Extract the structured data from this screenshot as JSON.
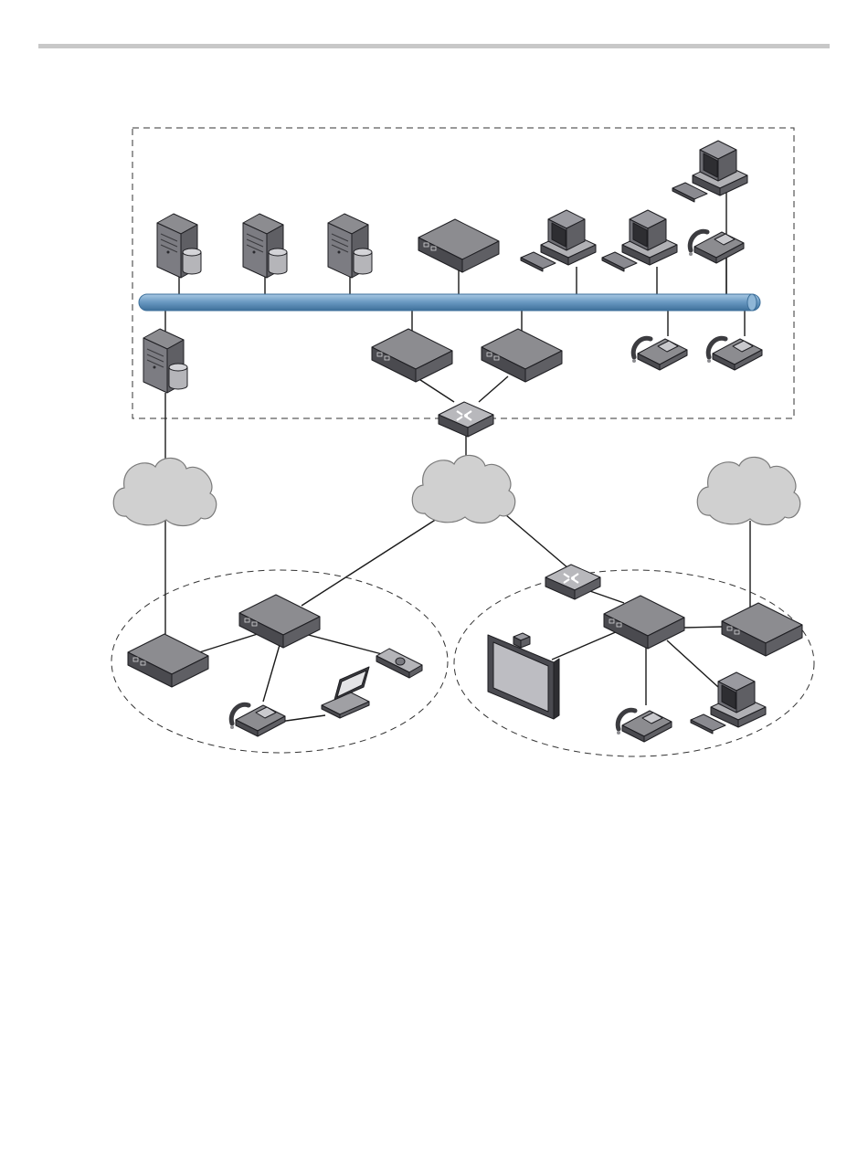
{
  "header": {
    "rule_color": "#c8c8c8"
  },
  "diagram": {
    "type": "network-topology",
    "text_labels": [],
    "colors": {
      "device_top": "#8c8c90",
      "device_side": "#5f5f64",
      "device_front": "#4a4a4f",
      "device_outline": "#1e1e22",
      "cloud_fill": "#d0d0d0",
      "cloud_stroke": "#7a7a7a",
      "lan_bus_fill": "#6d9cc4",
      "lan_bus_edge": "#3d6f9a",
      "link": "#1a1a1a",
      "boundary": "#333333"
    },
    "regions": [
      {
        "name": "main-site-boundary",
        "shape": "dashed-rectangle"
      },
      {
        "name": "remote-site-left",
        "shape": "dashed-ellipse"
      },
      {
        "name": "remote-site-right",
        "shape": "dashed-ellipse"
      }
    ],
    "networks": [
      {
        "name": "lan-backbone",
        "kind": "bus"
      },
      {
        "name": "cloud-left",
        "kind": "cloud"
      },
      {
        "name": "cloud-center",
        "kind": "cloud"
      },
      {
        "name": "cloud-right",
        "kind": "cloud"
      }
    ],
    "devices": [
      {
        "name": "server-1",
        "icon": "server-icon"
      },
      {
        "name": "server-2",
        "icon": "server-icon"
      },
      {
        "name": "server-3",
        "icon": "server-icon"
      },
      {
        "name": "server-4",
        "icon": "server-icon"
      },
      {
        "name": "gateway-top",
        "icon": "network-device-icon"
      },
      {
        "name": "gateway-mid-1",
        "icon": "network-device-icon"
      },
      {
        "name": "gateway-mid-2",
        "icon": "network-device-icon"
      },
      {
        "name": "router-main",
        "icon": "router-icon"
      },
      {
        "name": "workstation-1",
        "icon": "desktop-computer-icon"
      },
      {
        "name": "workstation-2",
        "icon": "desktop-computer-icon"
      },
      {
        "name": "workstation-3",
        "icon": "desktop-computer-icon"
      },
      {
        "name": "ip-phone-1",
        "icon": "ip-phone-icon"
      },
      {
        "name": "ip-phone-2",
        "icon": "ip-phone-icon"
      },
      {
        "name": "ip-phone-3",
        "icon": "ip-phone-icon"
      },
      {
        "name": "left-site-device-1",
        "icon": "network-device-icon"
      },
      {
        "name": "left-site-device-2",
        "icon": "network-device-icon"
      },
      {
        "name": "left-site-camera",
        "icon": "camera-icon"
      },
      {
        "name": "left-site-phone",
        "icon": "ip-phone-icon"
      },
      {
        "name": "left-site-laptop",
        "icon": "laptop-icon"
      },
      {
        "name": "right-site-router",
        "icon": "router-icon"
      },
      {
        "name": "right-site-device-1",
        "icon": "network-device-icon"
      },
      {
        "name": "right-site-device-2",
        "icon": "network-device-icon"
      },
      {
        "name": "right-site-display",
        "icon": "video-display-icon"
      },
      {
        "name": "right-site-phone",
        "icon": "ip-phone-icon"
      },
      {
        "name": "right-site-workstation",
        "icon": "desktop-computer-icon"
      }
    ],
    "links": [
      [
        "server-1",
        "lan-backbone"
      ],
      [
        "server-2",
        "lan-backbone"
      ],
      [
        "server-3",
        "lan-backbone"
      ],
      [
        "gateway-top",
        "lan-backbone"
      ],
      [
        "workstation-1",
        "lan-backbone"
      ],
      [
        "workstation-2",
        "lan-backbone"
      ],
      [
        "workstation-3",
        "lan-backbone"
      ],
      [
        "ip-phone-1",
        "lan-backbone"
      ],
      [
        "server-4",
        "lan-backbone"
      ],
      [
        "gateway-mid-1",
        "lan-backbone"
      ],
      [
        "gateway-mid-2",
        "lan-backbone"
      ],
      [
        "ip-phone-2",
        "lan-backbone"
      ],
      [
        "ip-phone-3",
        "lan-backbone"
      ],
      [
        "gateway-mid-1",
        "router-main"
      ],
      [
        "gateway-mid-2",
        "router-main"
      ],
      [
        "router-main",
        "cloud-center"
      ],
      [
        "server-4",
        "cloud-left"
      ],
      [
        "cloud-left",
        "left-site-device-1"
      ],
      [
        "cloud-center",
        "left-site-device-2"
      ],
      [
        "left-site-device-2",
        "left-site-device-1"
      ],
      [
        "left-site-device-2",
        "left-site-camera"
      ],
      [
        "left-site-device-2",
        "left-site-phone"
      ],
      [
        "left-site-phone",
        "left-site-laptop"
      ],
      [
        "cloud-center",
        "right-site-router"
      ],
      [
        "right-site-router",
        "right-site-device-1"
      ],
      [
        "right-site-device-1",
        "right-site-display"
      ],
      [
        "right-site-device-1",
        "right-site-phone"
      ],
      [
        "right-site-device-1",
        "right-site-workstation"
      ],
      [
        "right-site-device-1",
        "right-site-device-2"
      ],
      [
        "cloud-right",
        "right-site-device-2"
      ]
    ]
  }
}
